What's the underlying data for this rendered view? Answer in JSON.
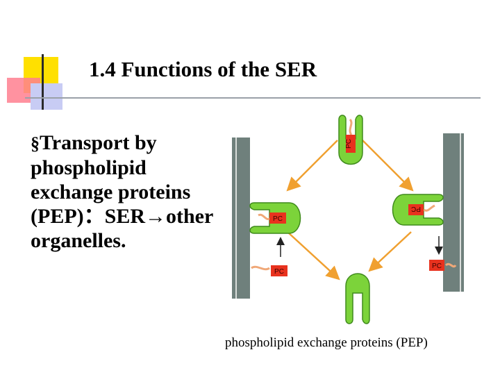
{
  "slide": {
    "title": "1.4  Functions of the SER",
    "bullet_marker": "§",
    "bullet_text": "Transport by phospholipid exchange proteins (PEP)：SER→other organelles.",
    "caption": "phospholipid exchange proteins (PEP)"
  },
  "diagram": {
    "protein_label": "PC",
    "colors": {
      "membrane": "#6f807c",
      "membrane_stripe": "#d9dddb",
      "protein": "#7cd33a",
      "protein_outline": "#3f8a1c",
      "pc_box": "#e8321e",
      "lipid": "#f0a878",
      "arrow_orange": "#f0a030",
      "arrow_dark": "#222222"
    }
  }
}
